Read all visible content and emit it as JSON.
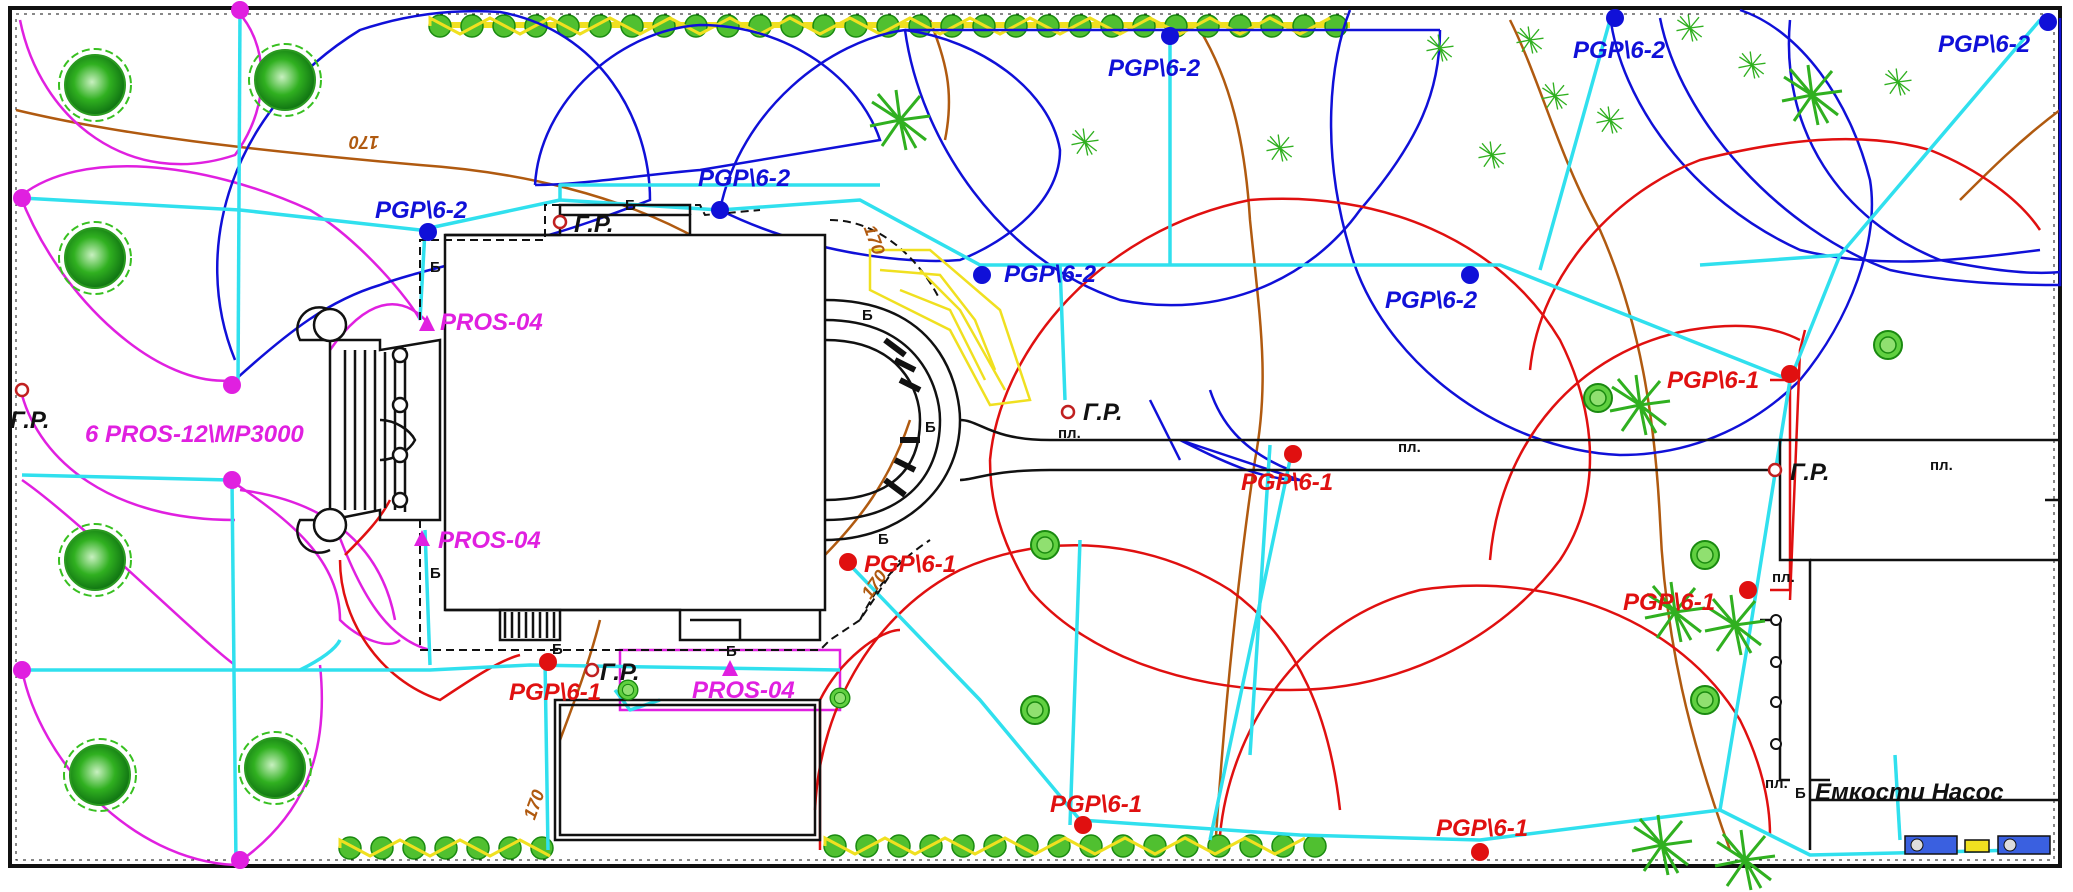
{
  "colors": {
    "blue_zone": "#1010d8",
    "red_zone": "#e01010",
    "magenta_zone": "#e020e0",
    "pipe_cyan": "#30e0ee",
    "contour_brown": "#b05a10",
    "plant_green": "#38c020",
    "hedge_yellow": "#f0e020"
  },
  "sprinklers": {
    "pgp62": "PGP\\6-2",
    "pgp61": "PGP\\6-1",
    "pros04": "PROS-04",
    "pros12": "6 PROS-12\\MP3000"
  },
  "labels": {
    "gr": "Г.Р.",
    "pl": "пл.",
    "b": "Б",
    "contour": "170",
    "equipment": "Емкости  Насос"
  }
}
